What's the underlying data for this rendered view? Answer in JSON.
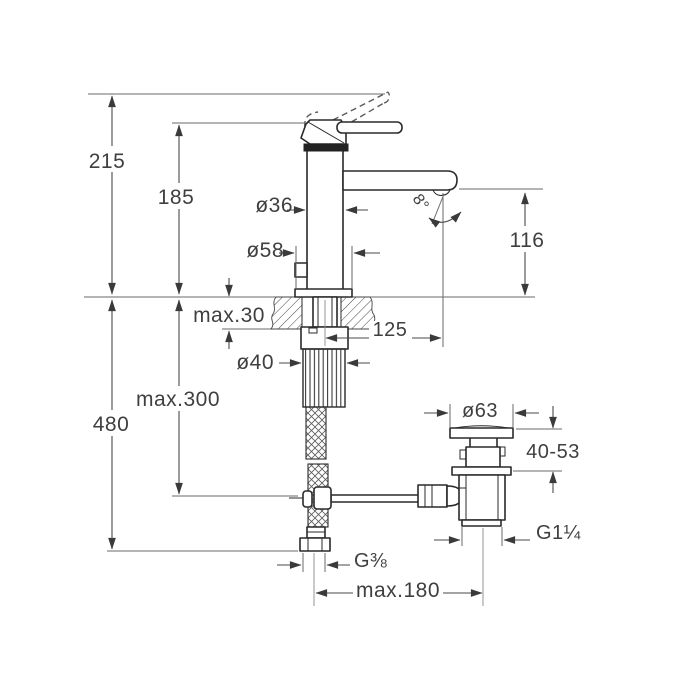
{
  "drawing": {
    "labels": {
      "height_total": "215",
      "height_to_handle": "185",
      "dia_spout_body": "ø36",
      "dia_base": "ø58",
      "spout_height": "116",
      "stream_angle": "8°",
      "deck_thickness": "max.30",
      "spout_reach": "125",
      "dia_shank": "ø40",
      "hose_clearance": "max.300",
      "depth_below": "480",
      "dia_waste_flange": "ø63",
      "waste_adjust": "40-53",
      "waste_thread": "G1¼",
      "hose_thread": "G⅜",
      "rod_span": "max.180"
    },
    "colors": {
      "background": "#ffffff",
      "part_line": "#2a2a2a",
      "dimension_line": "#4a4a4a",
      "label_text": "#3f3f3f"
    }
  }
}
